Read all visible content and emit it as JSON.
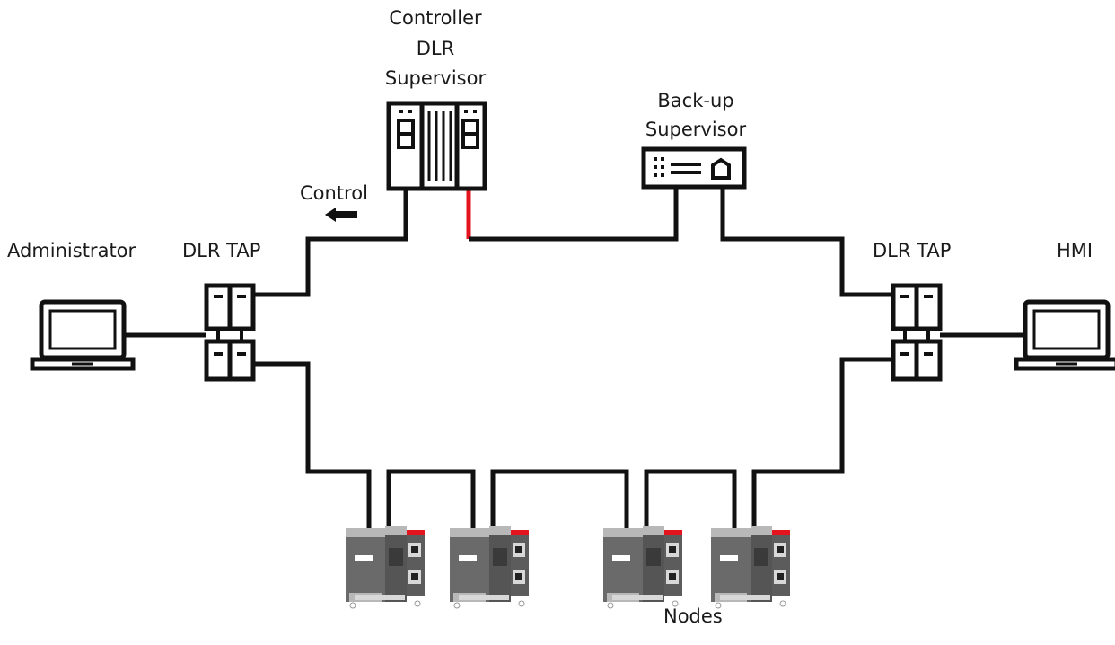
{
  "labels": {
    "controller": [
      "Controller",
      "DLR",
      "Supervisor"
    ],
    "backup": [
      "Back-up",
      "Supervisor"
    ],
    "control": "Control",
    "administrator": "Administrator",
    "dlr_tap_left": "DLR TAP",
    "dlr_tap_right": "DLR TAP",
    "hmi": "HMI",
    "nodes": "Nodes"
  },
  "colors": {
    "line": "#111111",
    "active_link": "#e3141d",
    "node_body": "#5c5c5c",
    "node_top": "#b8b8b8",
    "node_accent": "#e3141d",
    "device_fill": "#ffffff"
  },
  "icons": {
    "controller": "dlr-supervisor-controller-icon",
    "backup": "backup-supervisor-switch-icon",
    "laptop": "laptop-icon",
    "tap": "dlr-tap-icon",
    "node": "io-node-module-icon",
    "arrow": "left-arrow-icon"
  }
}
